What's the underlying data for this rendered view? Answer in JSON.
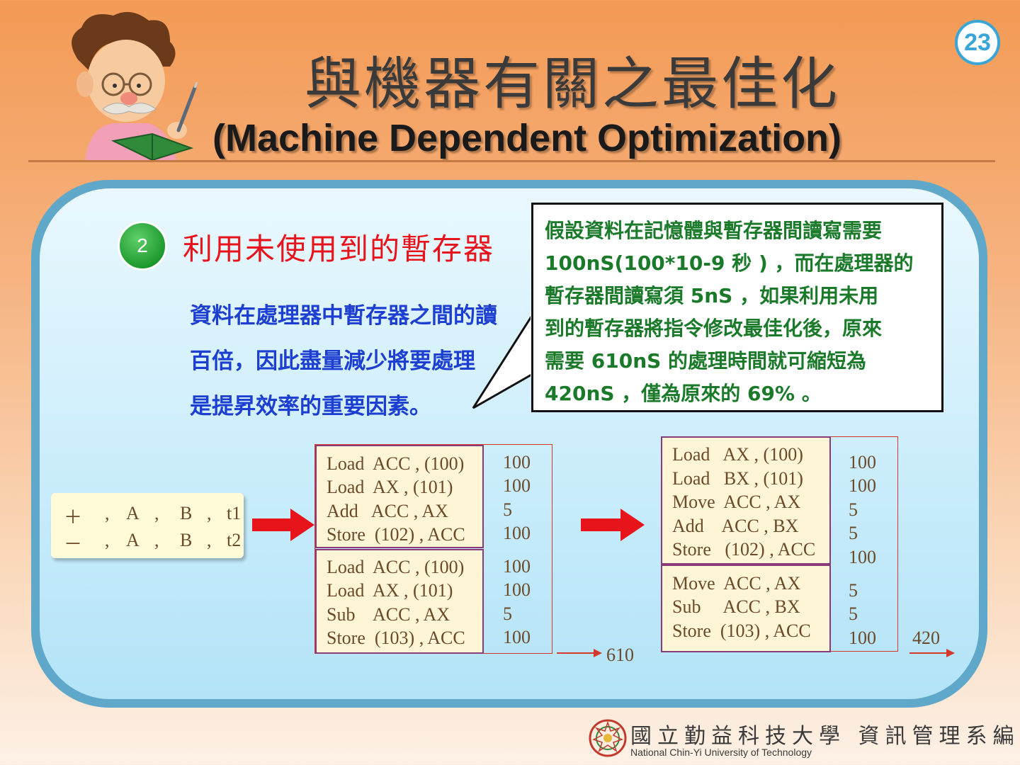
{
  "slide": {
    "page_number": "23",
    "title_cn": "與機器有關之最佳化",
    "title_en": "(Machine Dependent Optimization)"
  },
  "section": {
    "number": "2",
    "title": "利用未使用到的暫存器"
  },
  "body_lines": [
    "資料在處理器中暫存器之間的讀",
    "百倍，因此盡量減少將要處理",
    "是提昇效率的重要因素。"
  ],
  "callout_lines": [
    "假設資料在記憶體與暫存器間讀寫需要",
    "100nS(100*10-9 秒 ) ，而在處理器的",
    "暫存器間讀寫須 5nS ，如果利用未用",
    "到的暫存器將指令修改最佳化後，原來",
    "需要  610nS 的處理時間就可縮短為",
    "420nS ，僅為原來的 69% 。"
  ],
  "operations": [
    {
      "op": "＋",
      "a": "A",
      "b": "B",
      "t": "t1"
    },
    {
      "op": "－",
      "a": "A",
      "b": "B",
      "t": "t2"
    }
  ],
  "original_code": {
    "block1": [
      {
        "instr": "Load  ACC , (100)",
        "cost": "100"
      },
      {
        "instr": "Load  AX , (101)",
        "cost": "100"
      },
      {
        "instr": "Add   ACC , AX",
        "cost": "5"
      },
      {
        "instr": "Store  (102) , ACC",
        "cost": "100"
      }
    ],
    "block2": [
      {
        "instr": "Load  ACC , (100)",
        "cost": "100"
      },
      {
        "instr": "Load  AX , (101)",
        "cost": "100"
      },
      {
        "instr": "Sub    ACC , AX",
        "cost": "5"
      },
      {
        "instr": "Store  (103) , ACC",
        "cost": "100"
      }
    ],
    "total": "610"
  },
  "optimized_code": {
    "block1": [
      {
        "instr": "Load   AX , (100)",
        "cost": "100"
      },
      {
        "instr": "Load   BX , (101)",
        "cost": "100"
      },
      {
        "instr": "Move  ACC , AX",
        "cost": "5"
      },
      {
        "instr": "Add    ACC , BX",
        "cost": "5"
      },
      {
        "instr": "Store   (102) , ACC",
        "cost": "100"
      }
    ],
    "block2": [
      {
        "instr": "Move  ACC , AX",
        "cost": "5"
      },
      {
        "instr": "Sub     ACC , BX",
        "cost": "5"
      },
      {
        "instr": "Store  (103) , ACC",
        "cost": "100"
      }
    ],
    "total": "420"
  },
  "footer": {
    "school_cn": "國立勤益科技大學 資訊管理系編製",
    "school_en": "National Chin-Yi University of Technology"
  },
  "colors": {
    "section_title": "#e8141c",
    "body_text": "#1c3fd1",
    "callout_text": "#1a7a2a",
    "arrow": "#e8141c",
    "page_badge": "#3aa6d8"
  }
}
